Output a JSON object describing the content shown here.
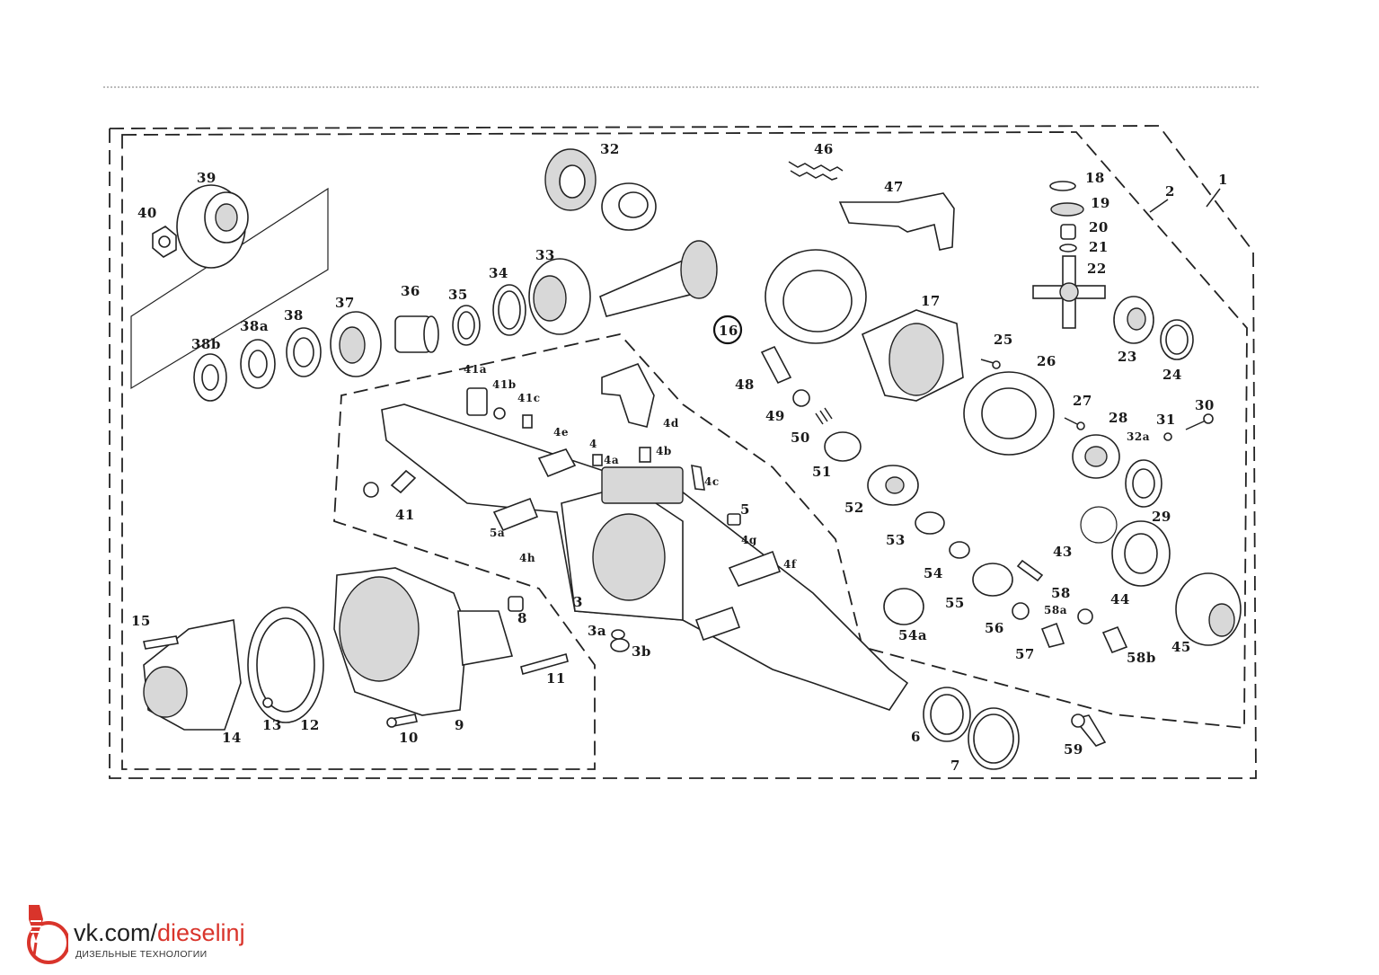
{
  "diagram": {
    "labels": [
      "1",
      "2",
      "3",
      "3a",
      "3b",
      "4",
      "4a",
      "4b",
      "4c",
      "4d",
      "4e",
      "4f",
      "4g",
      "4h",
      "5",
      "5a",
      "6",
      "7",
      "8",
      "9",
      "10",
      "11",
      "12",
      "13",
      "14",
      "15",
      "16",
      "17",
      "18",
      "19",
      "20",
      "21",
      "22",
      "23",
      "24",
      "25",
      "26",
      "27",
      "28",
      "29",
      "30",
      "31",
      "32",
      "32a",
      "33",
      "34",
      "35",
      "36",
      "37",
      "38",
      "38a",
      "38b",
      "39",
      "40",
      "41",
      "41a",
      "41b",
      "41c",
      "43",
      "44",
      "45",
      "46",
      "47",
      "48",
      "49",
      "50",
      "51",
      "52",
      "53",
      "54",
      "54a",
      "55",
      "56",
      "57",
      "58",
      "58a",
      "58b",
      "59"
    ]
  },
  "footer": {
    "url_prefix": "vk.com/",
    "url_suffix": "dieselinj",
    "subtitle": "ДИЗЕЛЬНЫЕ ТЕХНОЛОГИИ",
    "accent_color": "#d9342b",
    "logo_icon": "injector-drop-icon"
  }
}
